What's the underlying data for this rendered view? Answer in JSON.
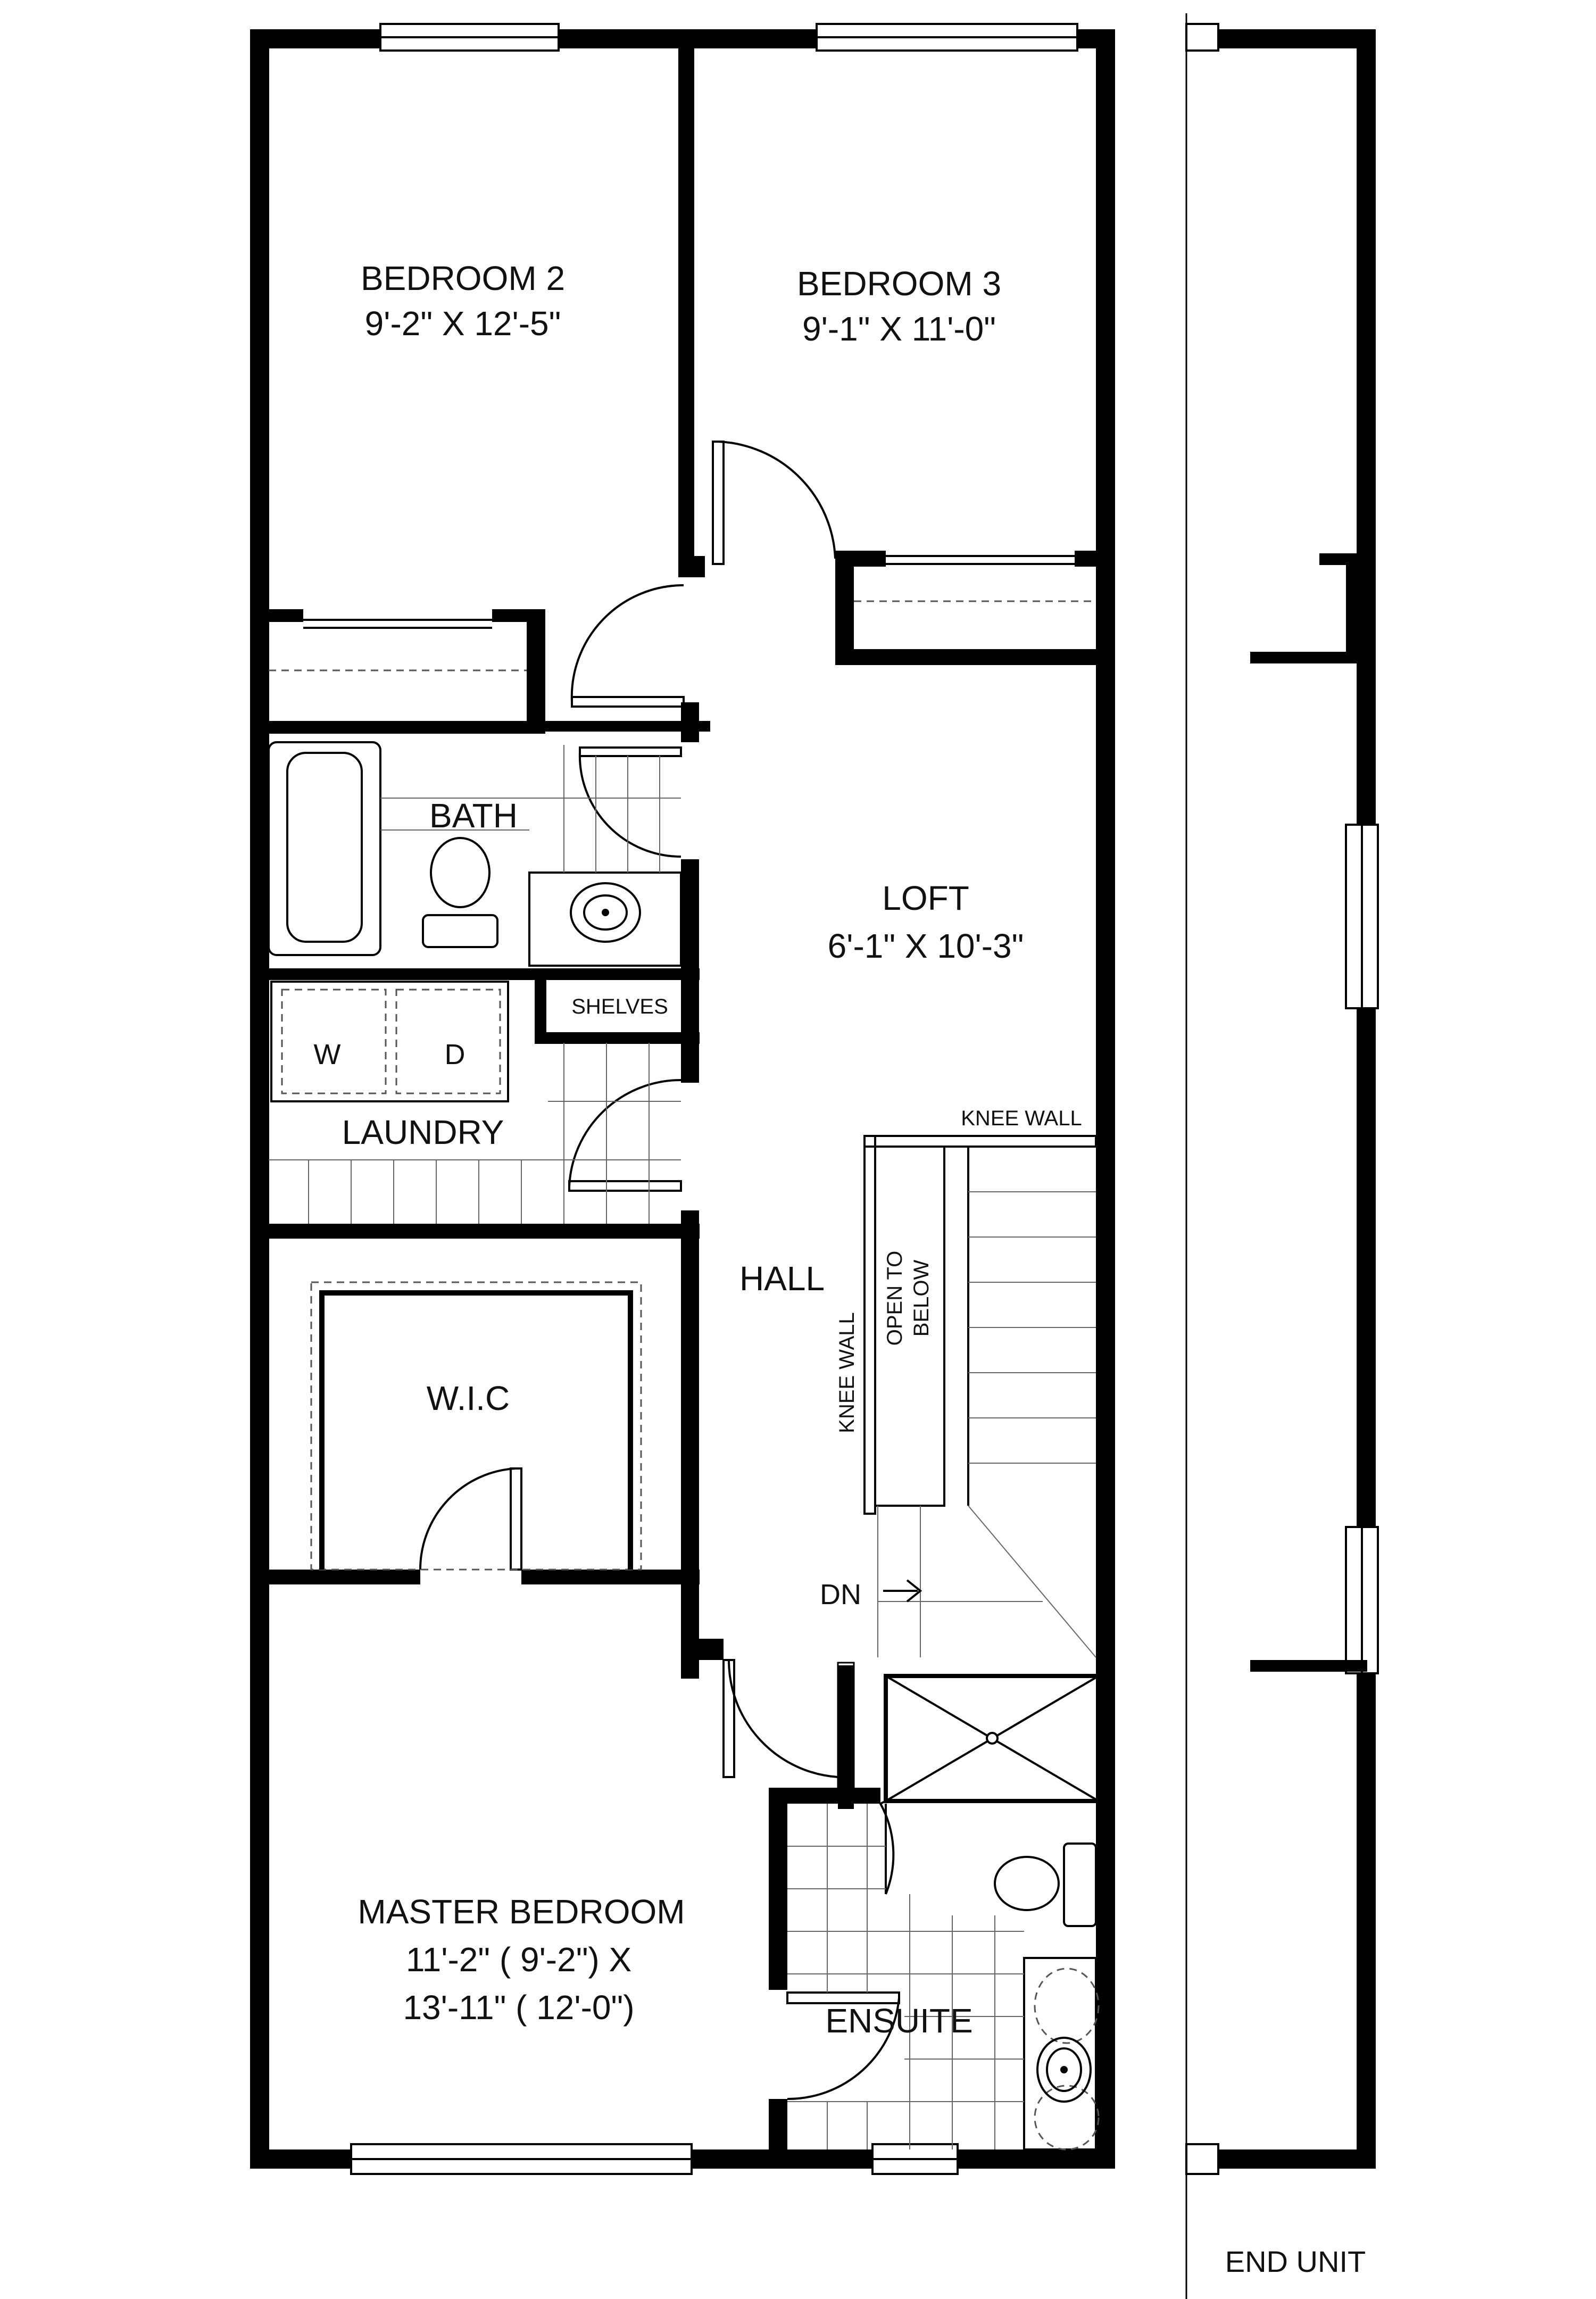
{
  "rooms": {
    "bedroom2": {
      "name": "BEDROOM 2",
      "size": "9'-2\" X 12'-5\""
    },
    "bedroom3": {
      "name": "BEDROOM 3",
      "size": "9'-1\" X 11'-0\""
    },
    "bath": {
      "name": "BATH"
    },
    "loft": {
      "name": "LOFT",
      "size": "6'-1\" X 10'-3\""
    },
    "shelves": {
      "name": "SHELVES"
    },
    "washer": {
      "name": "W"
    },
    "dryer": {
      "name": "D"
    },
    "laundry": {
      "name": "LAUNDRY"
    },
    "hall": {
      "name": "HALL"
    },
    "wic": {
      "name": "W.I.C"
    },
    "master": {
      "name": "MASTER BEDROOM",
      "size_line1": "11'-2\" ( 9'-2\")   X",
      "size_line2": "13'-11\" ( 12'-0\")"
    },
    "ensuite": {
      "name": "ENSUITE"
    }
  },
  "notes": {
    "knee_wall_top": "KNEE WALL",
    "knee_wall_side": "KNEE WALL",
    "open_to_below_1": "OPEN TO",
    "open_to_below_2": "BELOW",
    "down": "DN",
    "end_unit": "END UNIT"
  }
}
